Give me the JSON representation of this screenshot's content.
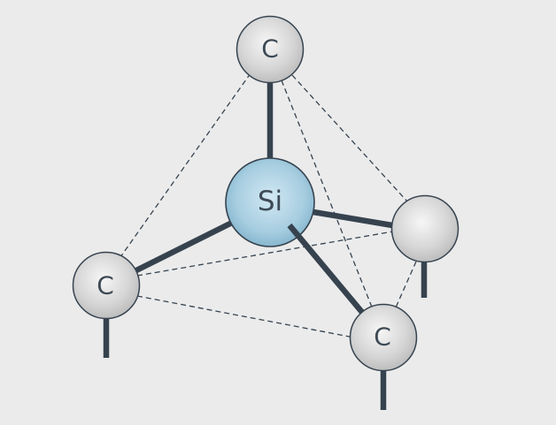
{
  "diagram": {
    "background": "#ebebeb",
    "colors": {
      "bond": "#36434f",
      "edge": "#36434f",
      "carbon_fill_light": "#f4f4f4",
      "carbon_fill_dark": "#bdbdbd",
      "silicon_fill_light": "#c9e3f0",
      "silicon_fill_dark": "#7fb3cd",
      "label": "#3d4a56"
    },
    "atoms": {
      "center": {
        "label": "Si"
      },
      "top": {
        "label": "C"
      },
      "left": {
        "label": "C"
      },
      "bottom": {
        "label": "C"
      },
      "right": {
        "label": ""
      }
    }
  }
}
